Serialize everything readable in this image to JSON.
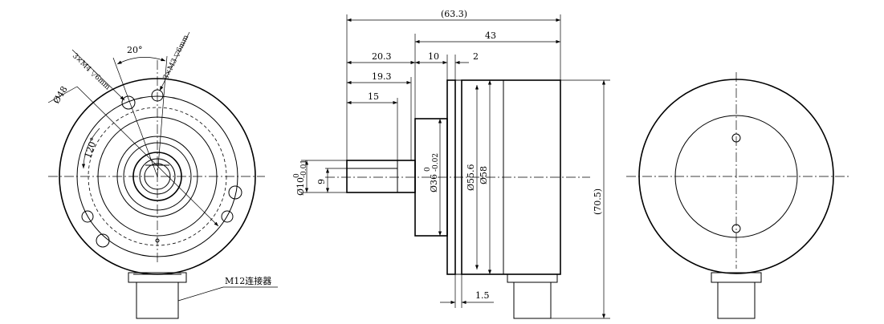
{
  "front_view": {
    "dia_outer": "Ø48",
    "angle_20": "20°",
    "angle_120": "120°",
    "holes_m4": "3×M4 ▽6mm",
    "holes_m3": "3×M3 ▽6mm",
    "connector": "M12连接器"
  },
  "side_view": {
    "total_length": "(63.3)",
    "body_length": "43",
    "shaft_length": "20.3",
    "flange_length": "10",
    "flange_step": "2",
    "shaft_19": "19.3",
    "shaft_15": "15",
    "shaft_dia": "Ø10",
    "shaft_dia_tol_upper": "0",
    "shaft_dia_tol_lower": "-0.01",
    "flat": "9",
    "pilot_dia": "Ø36",
    "pilot_tol_upper": "0",
    "pilot_tol_lower": "-0.02",
    "body_dia_inner": "Ø55.6",
    "body_dia": "Ø58",
    "total_height": "(70.5)",
    "gap": "1.5"
  }
}
